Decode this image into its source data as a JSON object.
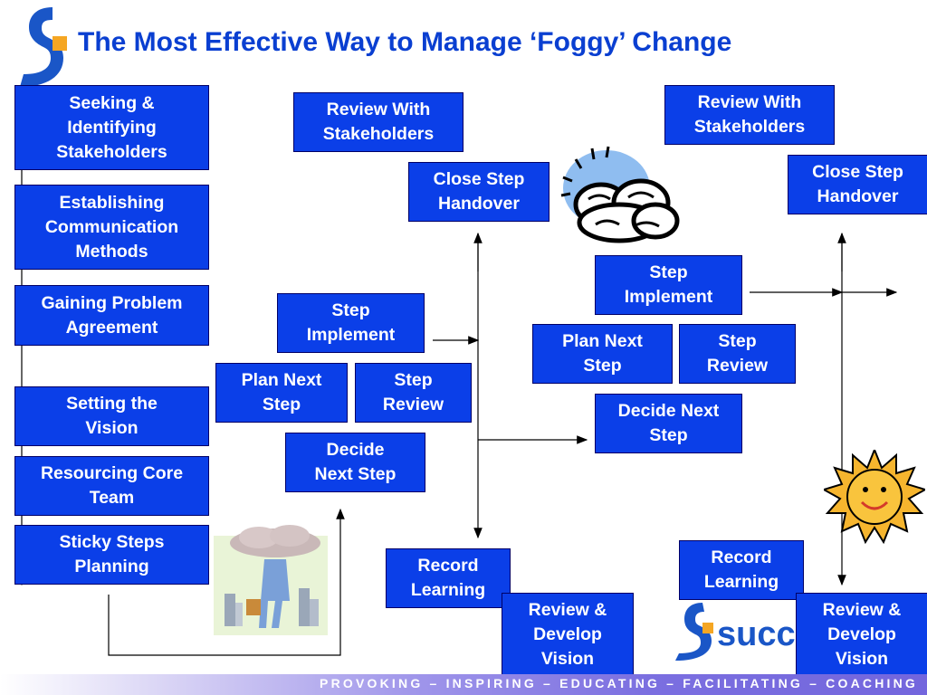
{
  "title": "The Most Effective Way to Manage ‘Foggy’ Change",
  "left_steps": [
    "Seeking &\nIdentifying\nStakeholders",
    "Establishing\nCommunication\nMethods",
    "Gaining Problem\nAgreement",
    "Setting the\nVision",
    "Resourcing Core\nTeam",
    "Sticky Steps\nPlanning"
  ],
  "cycle1": {
    "review_stakeholders": "Review With\nStakeholders",
    "close_handover": "Close Step\nHandover",
    "step_implement": "Step\nImplement",
    "plan_next": "Plan Next\nStep",
    "step_review": "Step\nReview",
    "decide_next": "Decide\nNext Step",
    "record_learning": "Record\nLearning",
    "review_develop": "Review &\nDevelop\nVision"
  },
  "cycle2": {
    "review_stakeholders": "Review With\nStakeholders",
    "close_handover": "Close Step\nHandover",
    "step_implement": "Step\nImplement",
    "plan_next": "Plan Next\nStep",
    "step_review": "Step\nReview",
    "decide_next": "Decide Next\nStep",
    "record_learning": "Record\nLearning",
    "review_develop": "Review &\nDevelop\nVision"
  },
  "brand_partial": "succe",
  "footer": "PROVOKING – INSPIRING – EDUCATING – FACILITATING – COACHING",
  "colors": {
    "box_fill": "#0b3fe8",
    "title": "#0a3fd1",
    "logo_blue": "#1a56c7",
    "logo_orange": "#f5a623",
    "footer": "#7366dd"
  }
}
